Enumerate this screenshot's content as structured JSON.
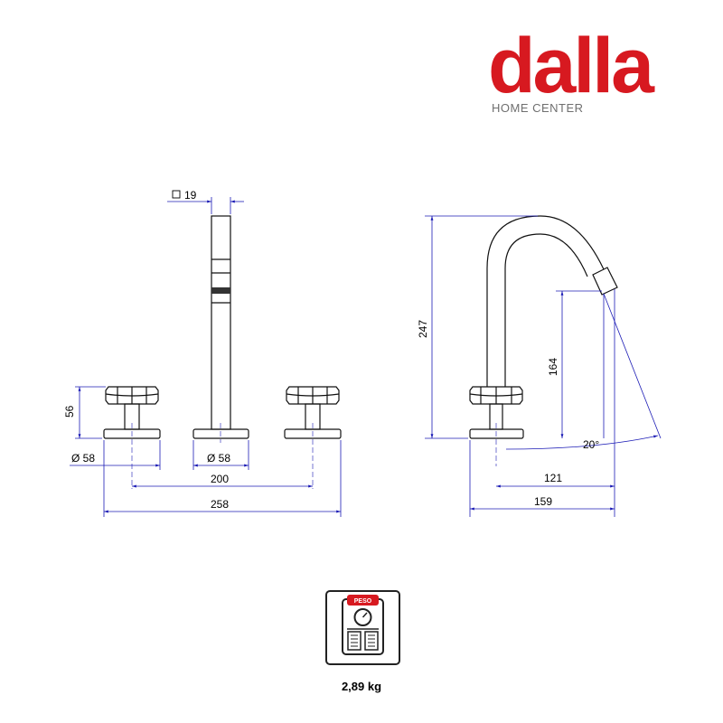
{
  "brand": {
    "name": "dalla",
    "subtitle": "HOME CENTER",
    "color": "#d71920"
  },
  "front_view": {
    "spout_section": "19",
    "handle_height": "56",
    "handle_diameter": "Ø 58",
    "base_diameter": "Ø 58",
    "handle_spacing": "200",
    "total_width": "258"
  },
  "side_view": {
    "total_height": "247",
    "spout_height": "164",
    "angle": "20°",
    "spout_reach": "121",
    "total_depth": "159"
  },
  "weight": {
    "scale_label": "PESO",
    "value": "2,89 kg"
  },
  "colors": {
    "dimension_line": "#1b1bb5",
    "outline": "#111111"
  }
}
